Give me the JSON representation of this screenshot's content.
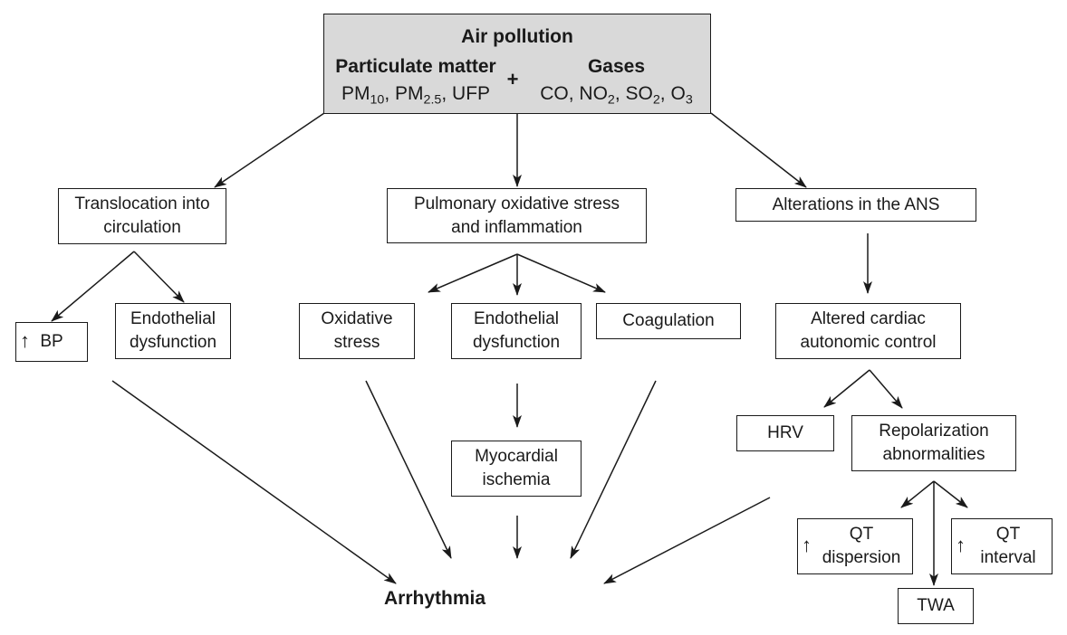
{
  "top": {
    "title": "Air pollution",
    "pm_heading": "Particulate matter",
    "plus": "+",
    "gas_heading": "Gases",
    "pm": {
      "pm10": "PM",
      "pm10_sub": "10",
      "sep1": ", ",
      "pm25": "PM",
      "pm25_sub": "2.5",
      "sep2": ", UFP"
    },
    "gases": {
      "co": "CO, NO",
      "no2_sub": "2",
      "sep1": ", SO",
      "so2_sub": "2",
      "sep2": ", O",
      "o3_sub": "3"
    }
  },
  "nodes": {
    "translocation": "Translocation into\ncirculation",
    "pulmonary": "Pulmonary oxidative stress\nand inflammation",
    "ans": "Alterations in the ANS",
    "bp_arrow": "↑",
    "bp": "BP",
    "endothelial_left": "Endothelial\ndysfunction",
    "oxidative": "Oxidative\nstress",
    "endothelial_mid": "Endothelial\ndysfunction",
    "coagulation": "Coagulation",
    "altered_cardiac": "Altered cardiac\nautonomic control",
    "myocardial": "Myocardial\nischemia",
    "hrv": "HRV",
    "repolarization": "Repolarization\nabnormalities",
    "qt_disp_arrow": "↑",
    "qt_dispersion": "QT\ndispersion",
    "qt_int_arrow": "↑",
    "qt_interval": "QT\ninterval",
    "twa": "TWA",
    "arrhythmia": "Arrhythmia"
  }
}
